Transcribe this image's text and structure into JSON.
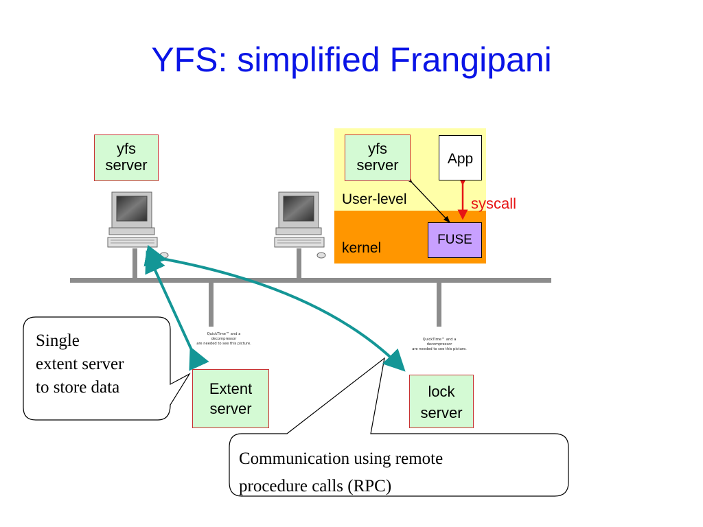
{
  "title": "YFS: simplified Frangipani",
  "yfs_server_left": {
    "line1": "yfs",
    "line2": "server"
  },
  "client_panel": {
    "yfs_server": {
      "line1": "yfs",
      "line2": "server"
    },
    "app": "App",
    "user_level": "User-level",
    "kernel": "kernel",
    "fuse": "FUSE",
    "syscall": "syscall"
  },
  "extent_server": {
    "line1": "Extent",
    "line2": "server"
  },
  "lock_server": {
    "line1": "lock",
    "line2": "server"
  },
  "callout_extent": {
    "line1": "Single",
    "line2": "extent server",
    "line3": "to store data"
  },
  "callout_rpc": {
    "line1": "Communication using remote",
    "line2": "procedure calls (RPC)"
  },
  "quicktime_placeholder": {
    "line1": "QuickTime™ and a",
    "line2": "decompressor",
    "line3": "are needed to see this picture."
  },
  "colors": {
    "title": "#0a14e6",
    "network": "#8c8c8c",
    "rpc_arrow": "#149696",
    "syscall": "#e61414",
    "server_fill": "#d4fad4",
    "server_border": "#c83232",
    "user_level": "#ffffa8",
    "kernel": "#ff9600",
    "fuse": "#c8a0ff"
  },
  "icons": [
    "computer-icon",
    "computer-icon"
  ]
}
